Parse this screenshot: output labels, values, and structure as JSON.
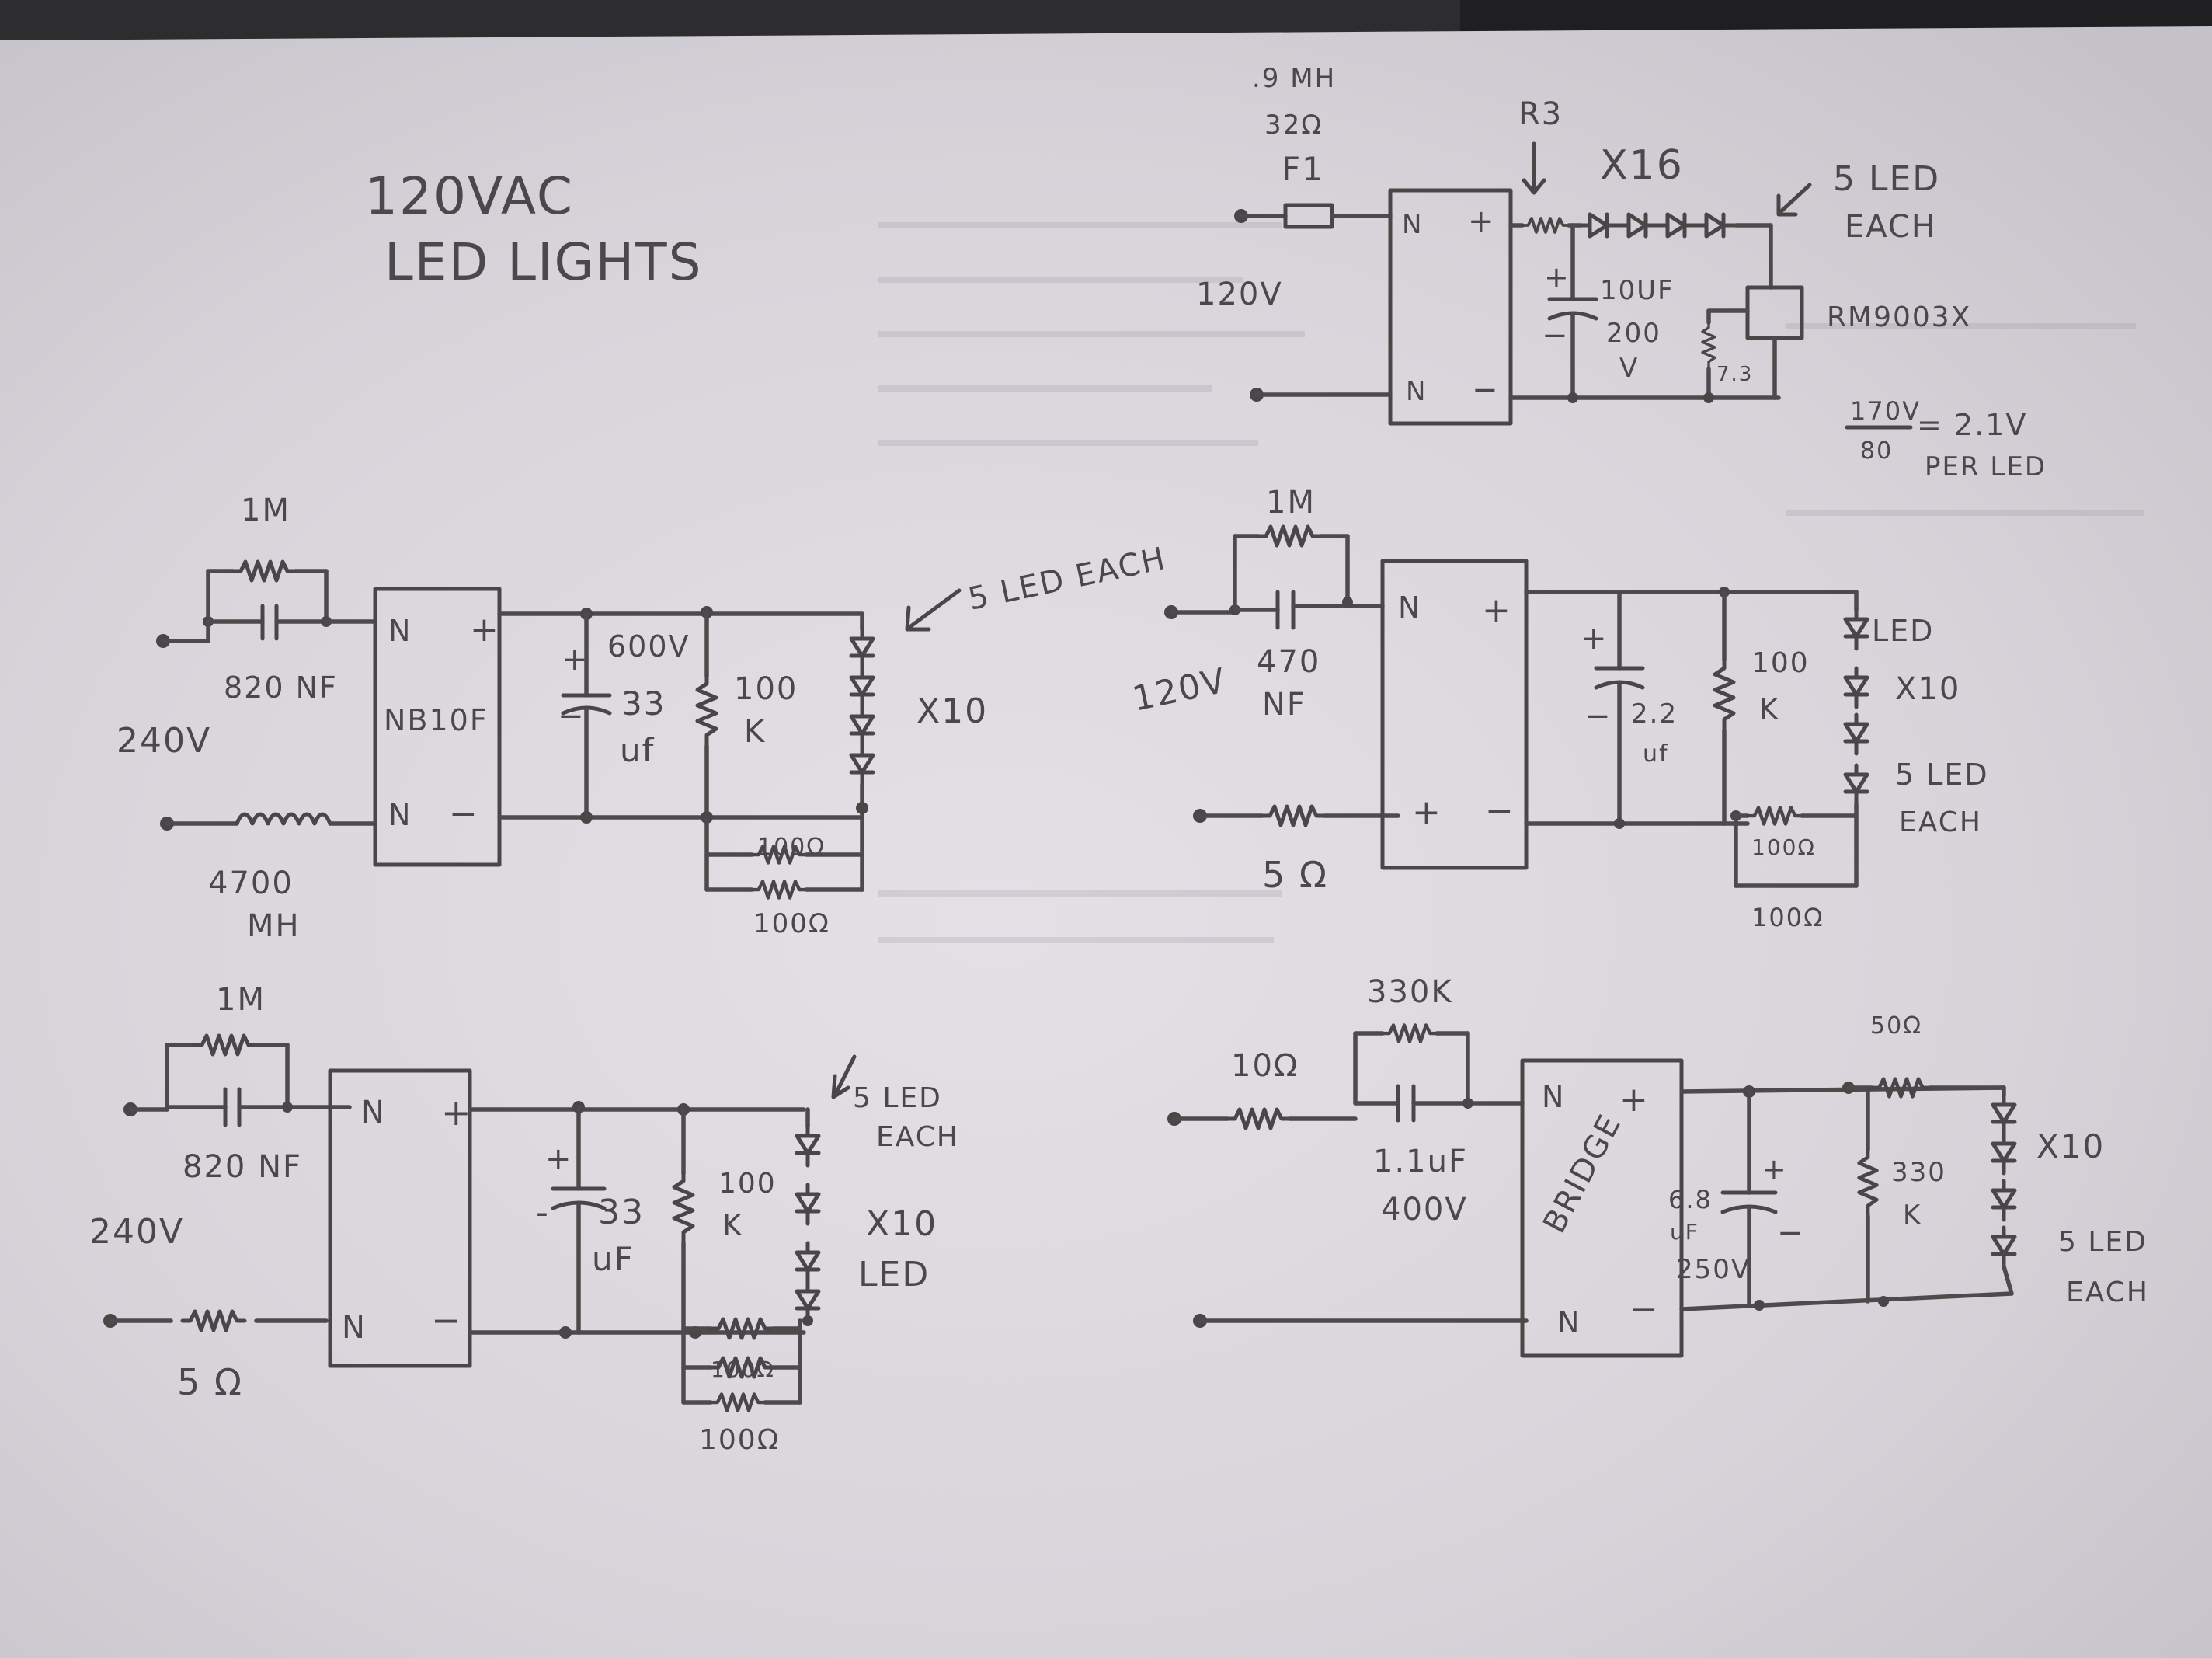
{
  "sheet": {
    "title_line1": "120VAC",
    "title_line2": "LED LIGHTS"
  },
  "circuit_top_right": {
    "inductor_label": ".9 MH",
    "resistance_label": "32Ω",
    "fuse_label": "F1",
    "resistor_label": "R3",
    "multiplier": "X16",
    "led_note_line1": "5 LED",
    "led_note_line2": "EACH",
    "input_voltage": "120V",
    "bridge_ac_top": "N",
    "bridge_ac_bottom": "N",
    "bridge_plus": "+",
    "bridge_minus": "−",
    "cap_value": "10UF",
    "cap_voltage_1": "200",
    "cap_voltage_2": "V",
    "cap_plus": "+",
    "cap_minus": "−",
    "sense_resistor": "7.3",
    "ic_part": "RM9003X",
    "calc_numerator": "170V",
    "calc_denominator": "80",
    "calc_result": "= 2.1V",
    "calc_note": "PER LED"
  },
  "circuit_mid_left": {
    "resistor_top": "1M",
    "cap_series": "820 NF",
    "input_voltage": "240V",
    "inductor": "4700",
    "inductor_unit": "MH",
    "bridge_part": "NB10F",
    "bridge_ac_top": "N",
    "bridge_ac_bottom": "N",
    "bridge_plus": "+",
    "bridge_minus": "−",
    "cap_voltage": "600V",
    "cap_value_1": "33",
    "cap_value_2": "uf",
    "cap_plus": "+",
    "cap_minus": "−",
    "bleeder_1": "100",
    "bleeder_2": "K",
    "shunt_1": "100Ω",
    "shunt_2": "100Ω",
    "led_note": "5 LED EACH",
    "multiplier": "X10"
  },
  "circuit_mid_right": {
    "resistor_top": "1M",
    "cap_series_1": "470",
    "cap_series_2": "NF",
    "input_voltage": "120V",
    "series_resistor": "5 Ω",
    "bridge_ac_top": "N",
    "bridge_plus": "+",
    "bridge_minus": "−",
    "bridge_bottom_left": "+",
    "cap_value_1": "2.2",
    "cap_value_2": "uf",
    "cap_plus": "+",
    "cap_minus": "−",
    "bleeder_1": "100",
    "bleeder_2": "K",
    "shunt_1": "100Ω",
    "shunt_2": "100Ω",
    "led_label": "LED",
    "multiplier": "X10",
    "led_note_1": "5 LED",
    "led_note_2": "EACH"
  },
  "circuit_bottom_left": {
    "resistor_top": "1M",
    "cap_series": "820 NF",
    "input_voltage": "240V",
    "series_resistor": "5 Ω",
    "bridge_ac_top": "N",
    "bridge_ac_bottom": "N",
    "bridge_plus": "+",
    "bridge_minus": "−",
    "cap_value_1": "33",
    "cap_value_2": "uF",
    "cap_plus": "+",
    "cap_minus": "-",
    "bleeder_1": "100",
    "bleeder_2": "K",
    "shunt_1": "100Ω",
    "shunt_2": "100Ω",
    "led_note_1": "5 LED",
    "led_note_2": "EACH",
    "multiplier": "X10",
    "led_label": "LED"
  },
  "circuit_bottom_right": {
    "series_resistor": "10Ω",
    "resistor_top": "330K",
    "cap_series_1": "1.1uF",
    "cap_series_2": "400V",
    "bridge_label": "BRIDGE",
    "bridge_ac_top": "N",
    "bridge_ac_bottom": "N",
    "bridge_plus": "+",
    "bridge_minus": "−",
    "cap_value_1": "6.8",
    "cap_value_2": "uF",
    "cap_voltage": "250V",
    "cap_plus": "+",
    "cap_minus": "−",
    "bleeder_1": "330",
    "bleeder_2": "K",
    "led_resistor": "50Ω",
    "multiplier": "X10",
    "led_note_1": "5 LED",
    "led_note_2": "EACH"
  }
}
